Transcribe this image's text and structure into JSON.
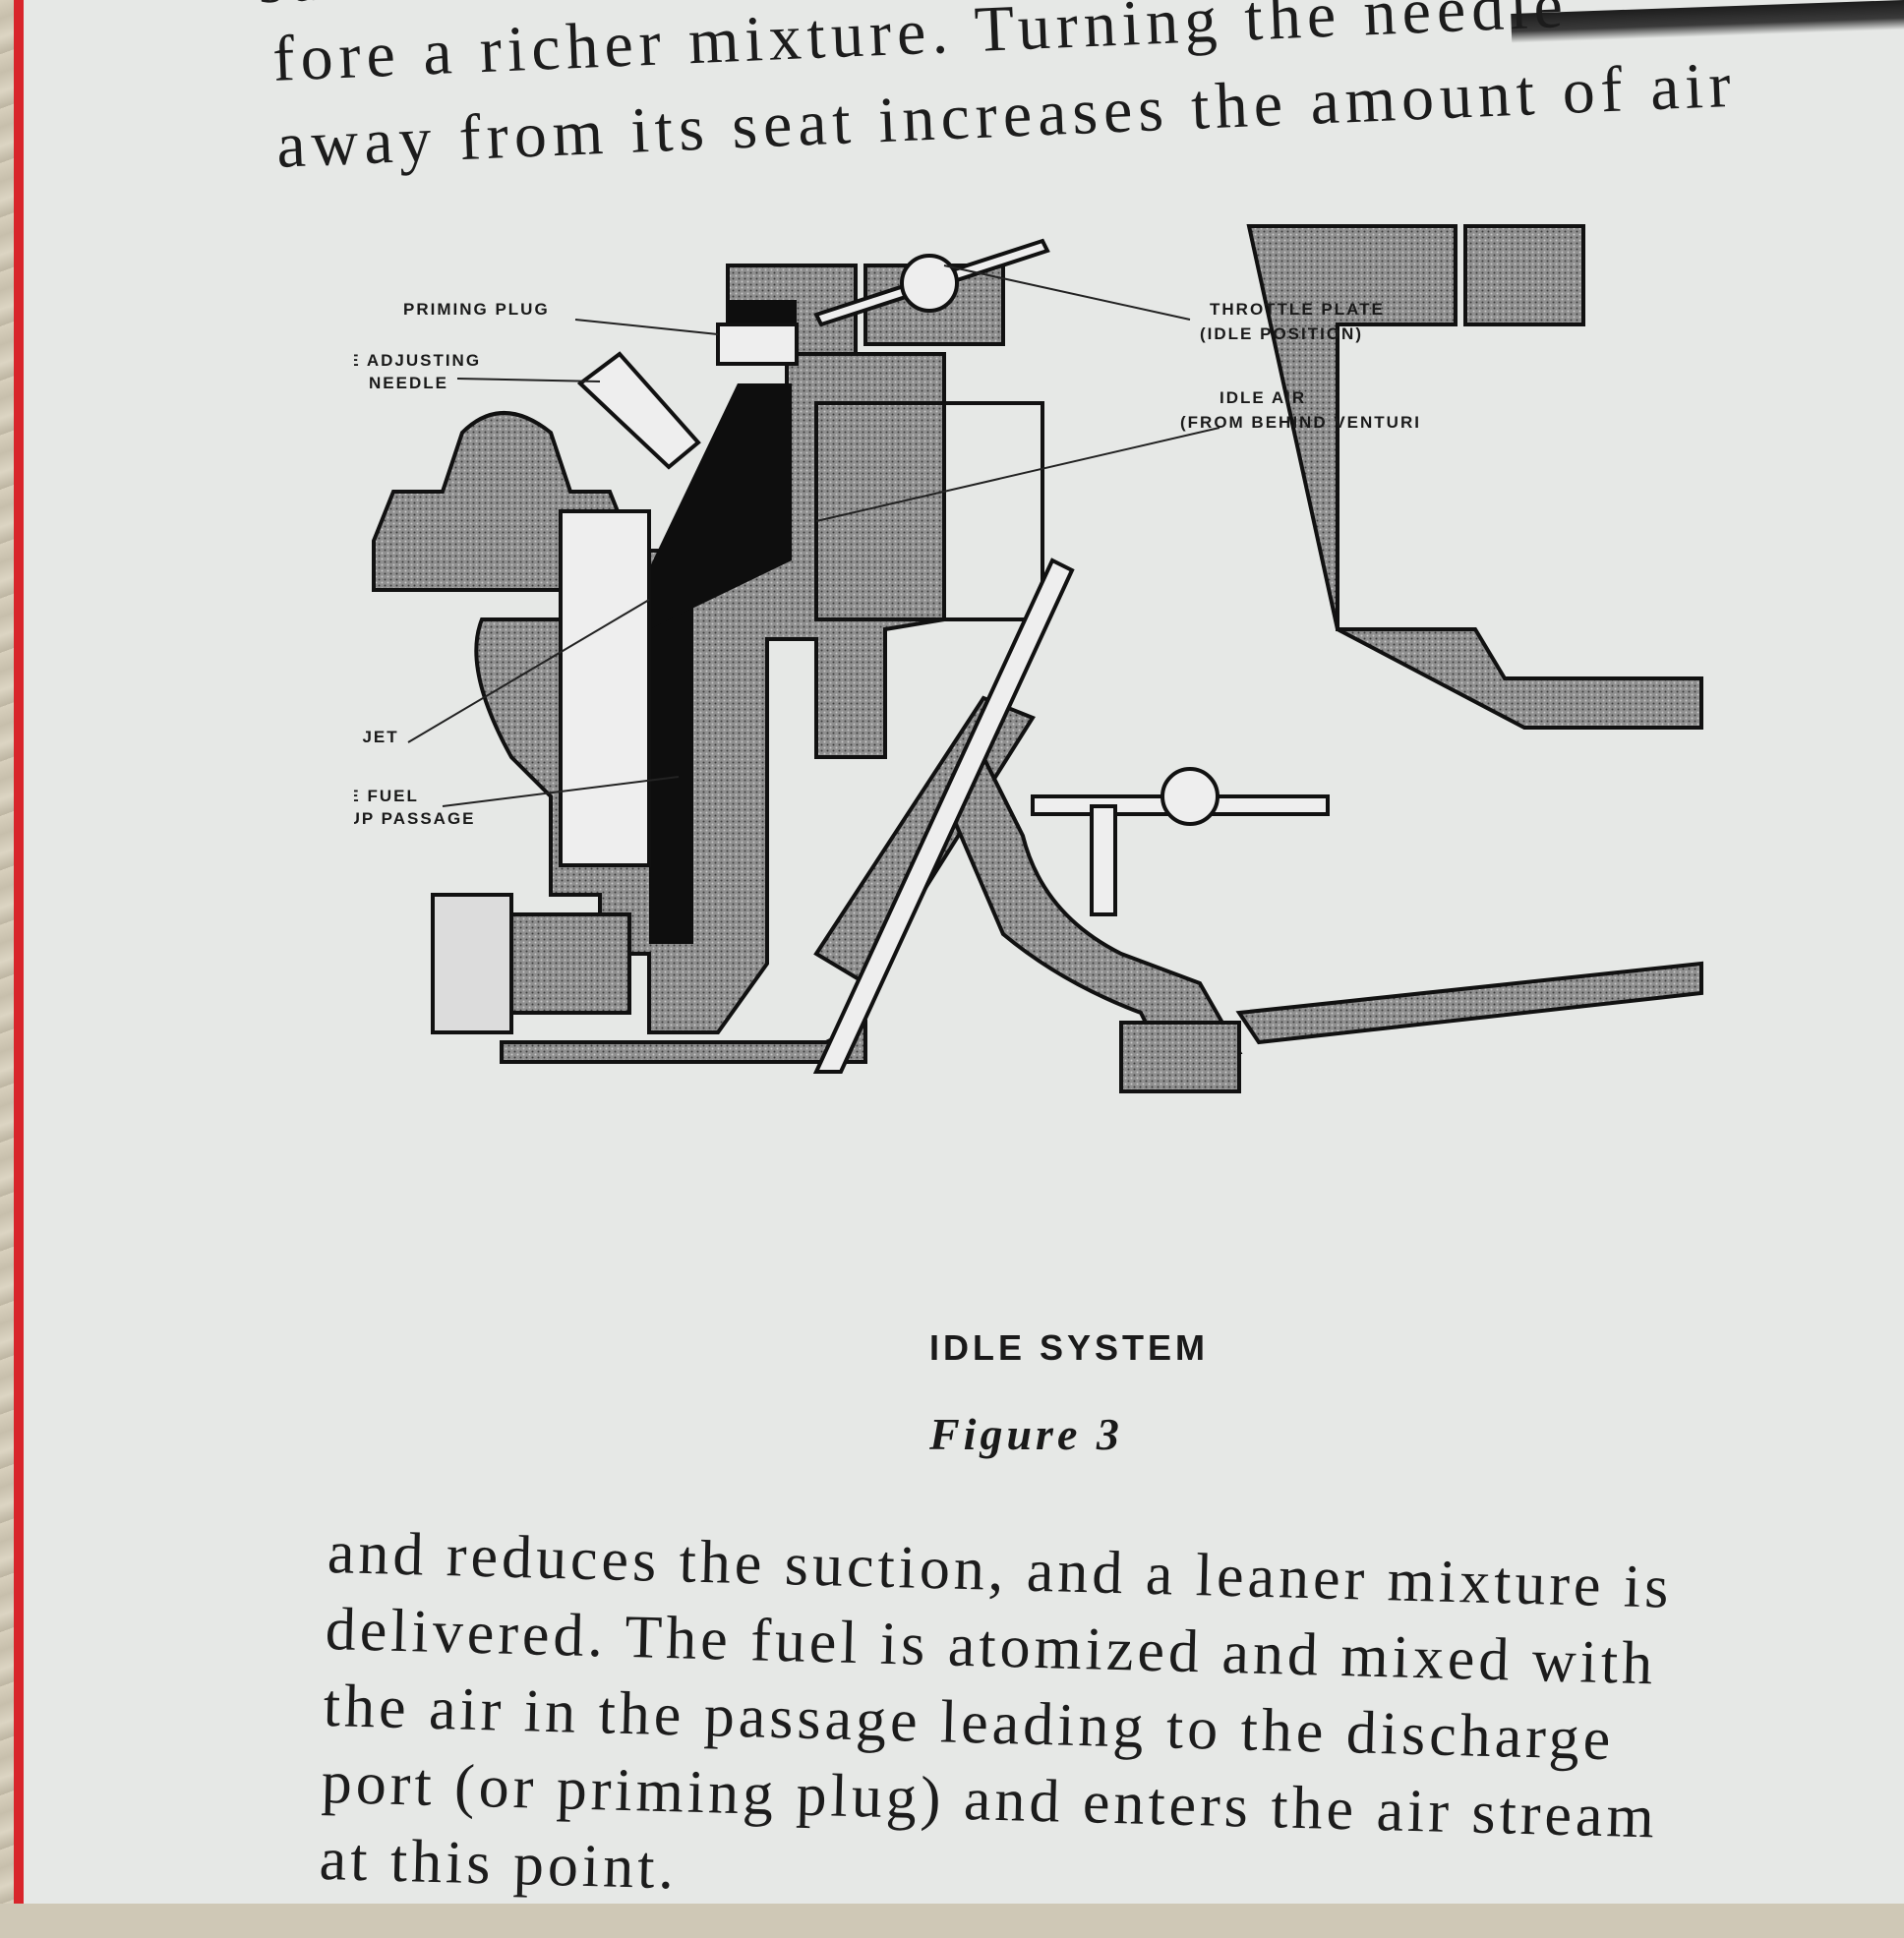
{
  "body_text_top": [
    "suction and therefore a richer mixture. Turning the needle",
    "fore a richer mixture. Turning the needle",
    "away from its seat increases the amount of air"
  ],
  "figure": {
    "title": "IDLE SYSTEM",
    "caption": "Figure 3",
    "labels": {
      "priming_plug": "PRIMING PLUG",
      "idle_adjusting_needle_1": "IDLE ADJUSTING",
      "idle_adjusting_needle_2": "NEEDLE",
      "throttle_plate_1": "THROTTLE PLATE",
      "throttle_plate_2": "(IDLE POSITION)",
      "idle_air_1": "IDLE AIR",
      "idle_air_2": "(FROM BEHIND VENTURI",
      "idle_jet": "IDLE JET",
      "idle_fuel_pickup_1": "IDLE FUEL",
      "idle_fuel_pickup_2": "PICKUP PASSAGE"
    }
  },
  "body_text_bottom": [
    "and reduces the suction, and a leaner mixture is",
    "delivered. The fuel is atomized and mixed with",
    "the air in the passage leading to the discharge",
    "port (or priming plug) and enters the air stream",
    "at this point."
  ],
  "colors": {
    "page": "#e6e8e6",
    "margin_rule": "#d8252b",
    "ink": "#1c1c1c"
  }
}
